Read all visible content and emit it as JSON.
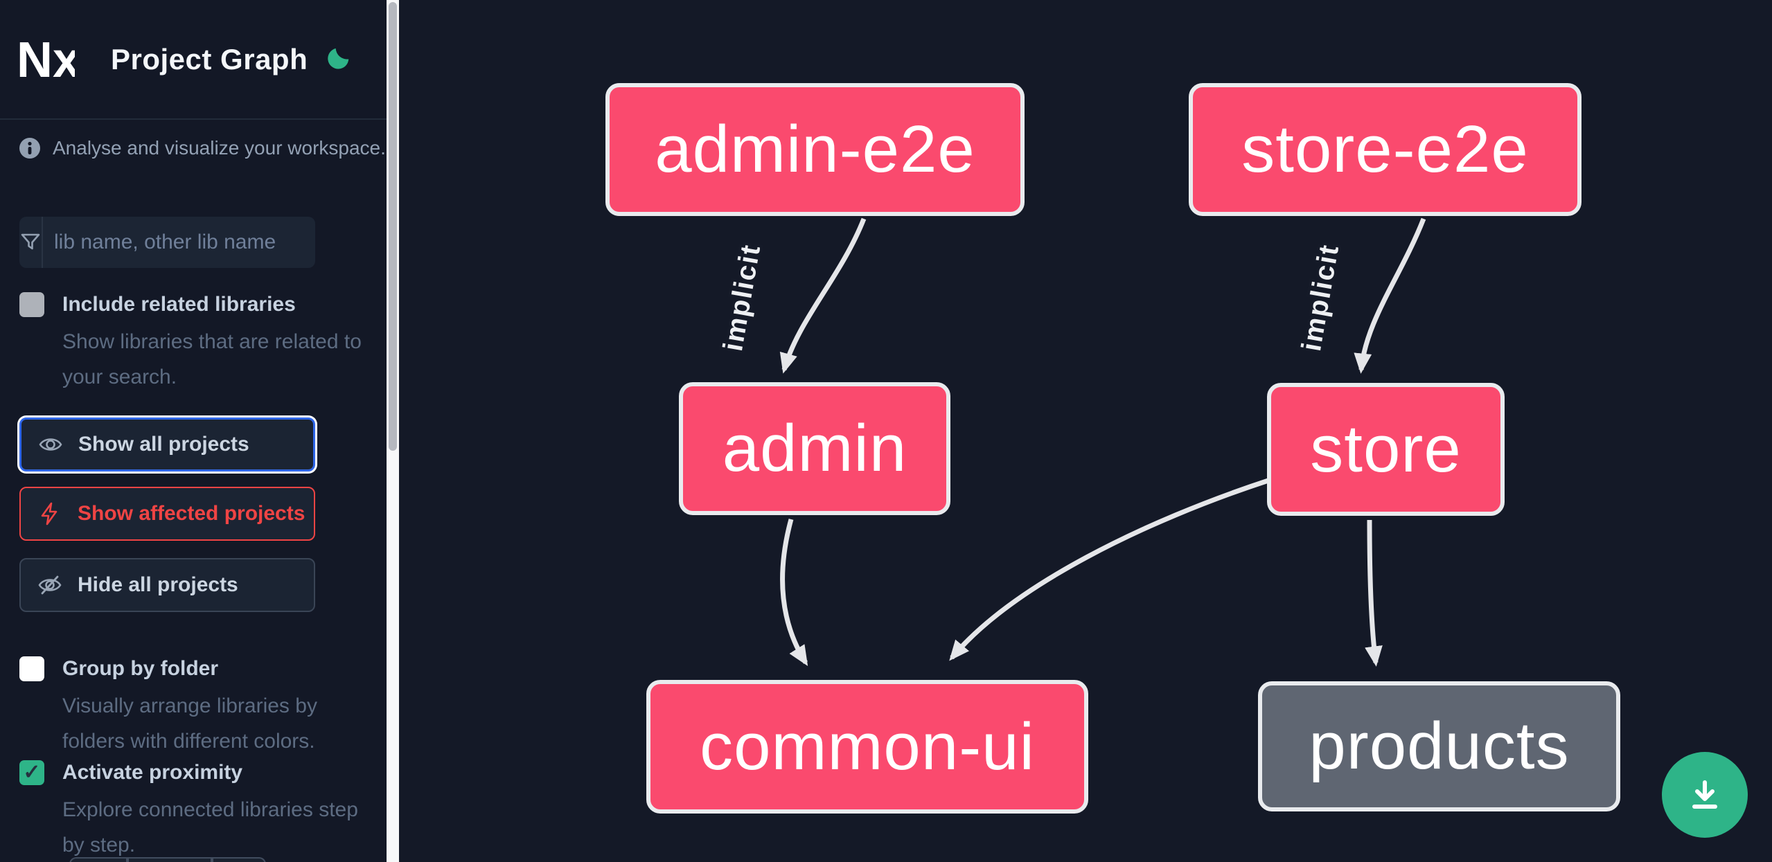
{
  "app": {
    "logo_text": "Nx",
    "title": "Project Graph"
  },
  "sidebar": {
    "tagline": "Analyse and visualize your workspace.",
    "search": {
      "placeholder": "lib name, other lib name",
      "value": ""
    },
    "options": [
      {
        "label": "Include related libraries",
        "description": "Show libraries that are related to your search.",
        "checked": false
      },
      {
        "label": "Group by folder",
        "description": "Visually arrange libraries by folders with different colors.",
        "checked": false
      },
      {
        "label": "Activate proximity",
        "description": "Explore connected libraries step by step.",
        "checked": true
      }
    ],
    "buttons": [
      {
        "label": "Show all projects",
        "state": "focused"
      },
      {
        "label": "Show affected projects",
        "state": "affected"
      },
      {
        "label": "Hide all projects",
        "state": "default"
      }
    ]
  },
  "graph": {
    "nodes": [
      {
        "label": "admin-e2e",
        "color": "pink"
      },
      {
        "label": "store-e2e",
        "color": "pink"
      },
      {
        "label": "admin",
        "color": "pink"
      },
      {
        "label": "store",
        "color": "pink"
      },
      {
        "label": "common-ui",
        "color": "pink"
      },
      {
        "label": "products",
        "color": "gray"
      }
    ],
    "edges": [
      {
        "from": "admin-e2e",
        "to": "admin",
        "label": "implicit"
      },
      {
        "from": "store-e2e",
        "to": "store",
        "label": "implicit"
      },
      {
        "from": "admin",
        "to": "common-ui",
        "label": ""
      },
      {
        "from": "store",
        "to": "common-ui",
        "label": ""
      },
      {
        "from": "store",
        "to": "products",
        "label": ""
      }
    ]
  },
  "colors": {
    "node_pink": "#fa4a6e",
    "node_gray": "#5f6672",
    "node_border": "#e9ebee",
    "edge": "#e5e6e9",
    "accent_green": "#2eb488",
    "focus_blue": "#2f66e8",
    "affected_red": "#ef4444",
    "background": "#141927"
  }
}
